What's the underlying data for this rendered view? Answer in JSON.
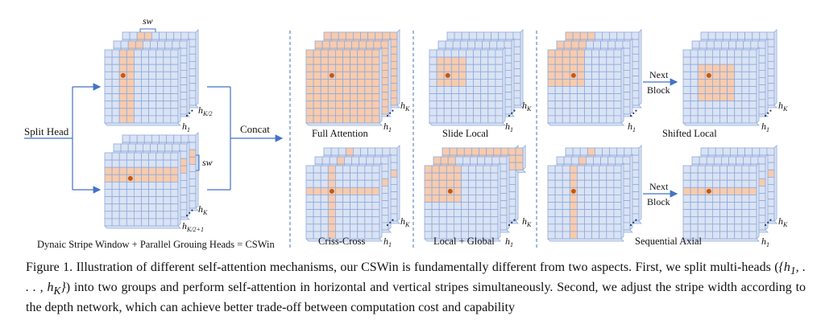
{
  "split_head": {
    "label": "Split Head",
    "sw": "sw",
    "h_k2": "h",
    "h_k2_sub": "K/2",
    "h1": "h",
    "h1_sub": "1",
    "hk": "h",
    "hk_sub": "K",
    "hk21": "h",
    "hk21_sub": "K/2+1",
    "concat": "Concat",
    "bottom": "Dynaic Stripe Window + Parallel Grouing Heads = CSWin"
  },
  "mechanisms": [
    {
      "label": "Full Attention"
    },
    {
      "label": "Slide Local"
    },
    {
      "label": "Shifted Local"
    },
    {
      "label": "Criss-Cross"
    },
    {
      "label": "Local + Global"
    },
    {
      "label": "Sequential Axial"
    }
  ],
  "next_block": {
    "line1": "Next",
    "line2": "Block"
  },
  "head_k": "h",
  "head_k_sub": "K",
  "head_1": "h",
  "head_1_sub": "1",
  "colors": {
    "cell": "#dae3f3",
    "grid": "#8faadc",
    "highlight": "#f8cbad",
    "dot": "#c55a11",
    "arrow": "#4472c4"
  },
  "caption": {
    "figure_label": "Figure 1.",
    "text_a": " Illustration of different self-attention mechanisms, our CSWin is fundamentally different from two aspects. First, we split multi-heads (",
    "math": "{h",
    "math_sub1": "1",
    "math_mid": ", . . . , h",
    "math_subK": "K",
    "math_end": "}",
    "text_b": ") into two groups and perform self-attention in horizontal and vertical stripes simultaneously. Second, we adjust the stripe width according to the depth network, which can achieve better trade-off between computation cost and capability"
  }
}
